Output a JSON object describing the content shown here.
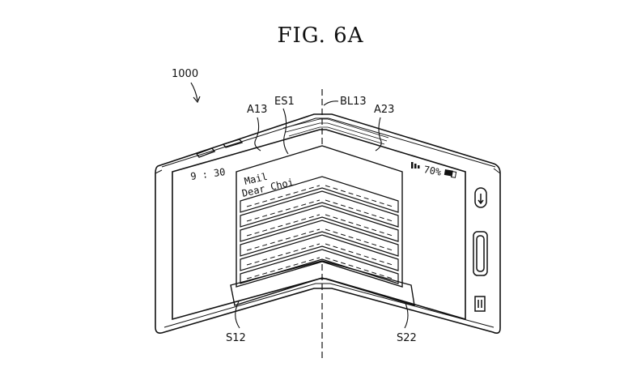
{
  "figure": {
    "title": "FIG. 6A"
  },
  "labels": {
    "device": "1000",
    "edge_screen": "ES1",
    "bending_line": "BL13",
    "area_left": "A13",
    "area_right": "A23",
    "shape_left": "S12",
    "shape_right": "S22"
  },
  "screen": {
    "time": "9 : 30",
    "battery": "70%",
    "mail_title": "Mail",
    "mail_greeting": "Dear Choi"
  },
  "icons": [
    "signal-icon",
    "battery-icon",
    "back-icon",
    "home-button-icon",
    "recent-apps-icon"
  ],
  "colors": {
    "line": "#111111",
    "paper": "#ffffff"
  }
}
